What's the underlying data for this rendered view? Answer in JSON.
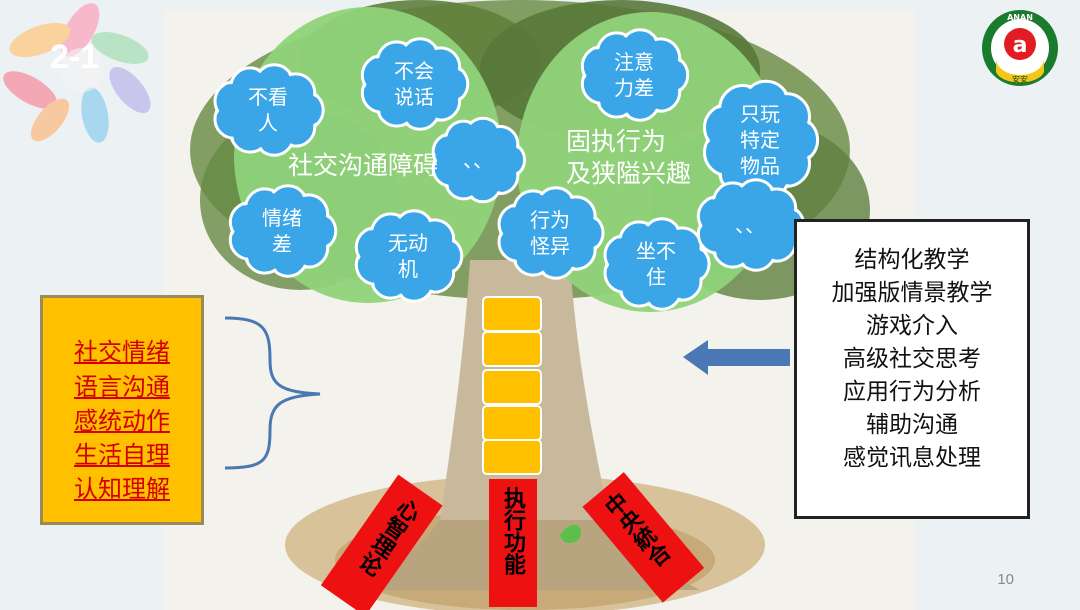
{
  "slide_number": "2-1",
  "page_number": "10",
  "logo": {
    "text_top": "ANAN",
    "letter": "a",
    "text_bottom": "安安"
  },
  "left_circle": {
    "title": "社交沟通障碍",
    "clouds": [
      {
        "lines": [
          "不看",
          "人"
        ]
      },
      {
        "lines": [
          "不会",
          "说话"
        ]
      },
      {
        "lines": [
          "情绪",
          "差"
        ]
      },
      {
        "lines": [
          "无动",
          "机"
        ]
      },
      {
        "lines": [
          "、、"
        ]
      }
    ]
  },
  "right_circle": {
    "title_lines": [
      "固执行为",
      "及狭隘兴趣"
    ],
    "clouds": [
      {
        "lines": [
          "注意",
          "力差"
        ]
      },
      {
        "lines": [
          "只玩",
          "特定",
          "物品"
        ]
      },
      {
        "lines": [
          "行为",
          "怪异"
        ]
      },
      {
        "lines": [
          "坐不",
          "住"
        ]
      },
      {
        "lines": [
          "、、"
        ]
      }
    ]
  },
  "left_box_items": [
    "社交情绪",
    "语言沟通",
    "感统动作",
    "生活自理",
    "认知理解"
  ],
  "right_box_items": [
    "结构化教学",
    "加强版情景教学",
    "游戏介入",
    "高级社交思考",
    "应用行为分析",
    "辅助沟通",
    "感觉讯息处理"
  ],
  "roots": [
    {
      "label": "心智理论"
    },
    {
      "label": "执行功能"
    },
    {
      "label": "中央統合"
    }
  ],
  "colors": {
    "circle_green": "#8fd37a",
    "cloud_blue": "#3aa6e8",
    "box_yellow": "#ffc000",
    "root_red": "#ee1111",
    "arrow_blue": "#4a78b5",
    "bracket_blue": "#4a78b5"
  }
}
